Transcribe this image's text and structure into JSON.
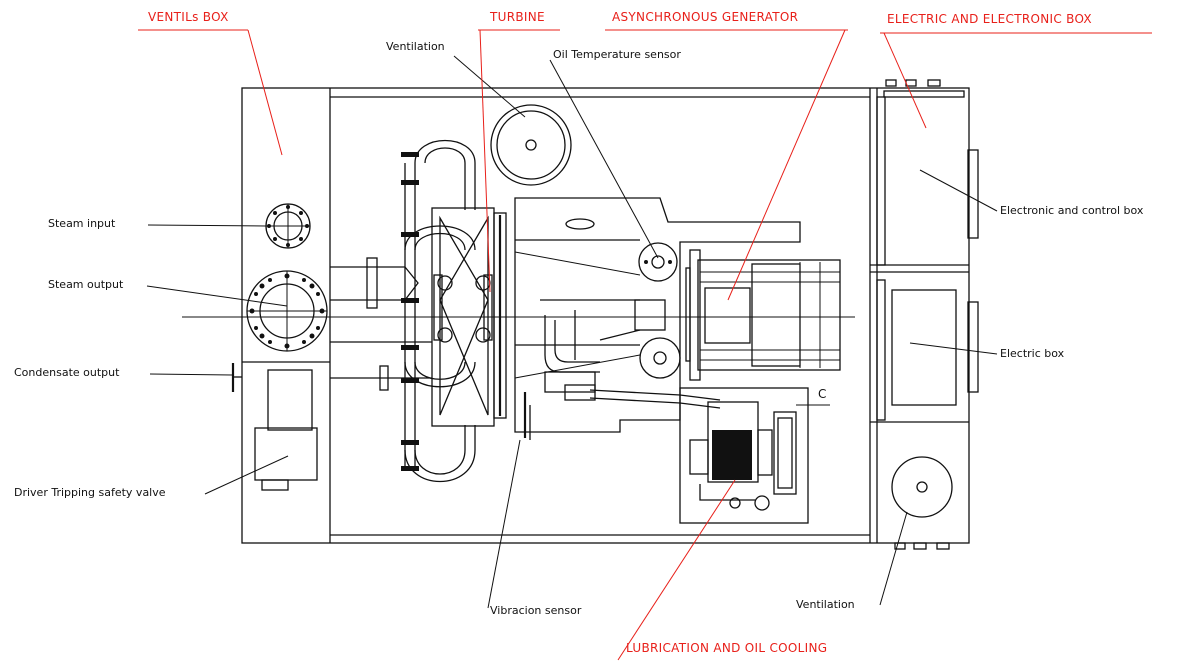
{
  "colors": {
    "heading_red": "#e8201a",
    "ink": "#111111"
  },
  "headings": {
    "ventils_box": "VENTILs BOX",
    "turbine": "TURBINE",
    "asynchronous_generator": "ASYNCHRONOUS GENERATOR",
    "electric_and_electronic_box": "ELECTRIC AND ELECTRONIC BOX",
    "lubrication_and_oil_cooling": "LUBRICATION AND OIL COOLING"
  },
  "labels": {
    "ventilation_top": "Ventilation",
    "oil_temperature_sensor": "Oil Temperature sensor",
    "steam_input": "Steam input",
    "steam_output": "Steam output",
    "condensate_output": "Condensate output",
    "driver_tripping_safety_valve": "Driver Tripping safety valve",
    "electronic_and_control_box": "Electronic and control box",
    "electric_box": "Electric box",
    "vibracion_sensor": "Vibracion sensor",
    "ventilation_bottom": "Ventilation",
    "marker_c": "C"
  }
}
